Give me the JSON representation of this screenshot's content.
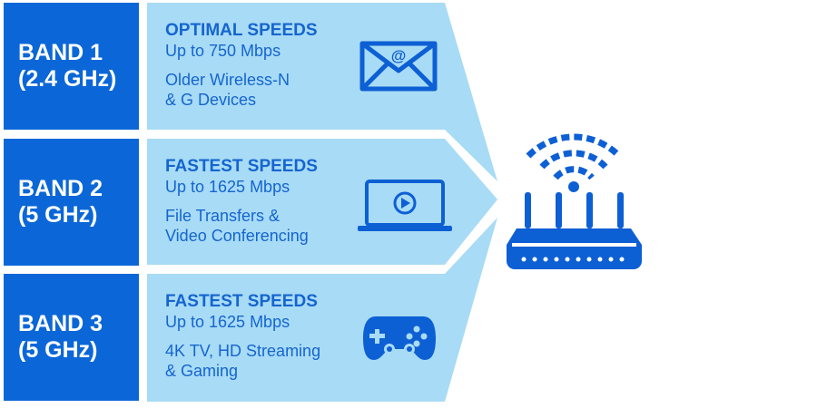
{
  "colors": {
    "band_box": "#0b67d8",
    "panel": "#a8dbf5",
    "text_blue": "#1565d0",
    "icon_blue": "#0d5fd4"
  },
  "bands": [
    {
      "name_line1": "BAND 1",
      "name_line2": "(2.4 GHz)",
      "speed_title": "OPTIMAL SPEEDS",
      "speed": "Up to 750 Mbps",
      "use_line1": "Older Wireless-N",
      "use_line2": "& G Devices",
      "icon": "email-envelope-icon"
    },
    {
      "name_line1": "BAND 2",
      "name_line2": "(5 GHz)",
      "speed_title": "FASTEST SPEEDS",
      "speed": "Up to 1625 Mbps",
      "use_line1": "File Transfers &",
      "use_line2": "Video Conferencing",
      "icon": "laptop-video-icon"
    },
    {
      "name_line1": "BAND 3",
      "name_line2": "(5 GHz)",
      "speed_title": "FASTEST SPEEDS",
      "speed": "Up to 1625 Mbps",
      "use_line1": "4K TV, HD Streaming",
      "use_line2": "& Gaming",
      "icon": "game-controller-icon"
    }
  ],
  "router": {
    "icon": "wifi-router-icon"
  }
}
